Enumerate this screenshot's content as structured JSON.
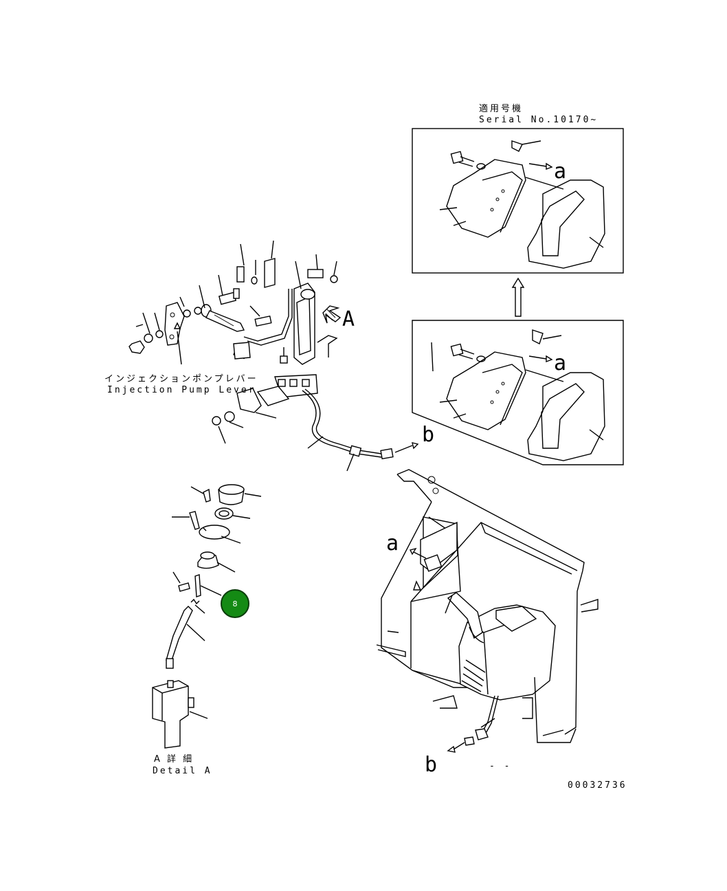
{
  "serial_block": {
    "line1": "適用号機",
    "line2": "Serial No.10170~"
  },
  "labels": {
    "a_top": "a",
    "a_mid": "a",
    "a_console": "a",
    "b_cable": "b",
    "b_bottom": "b",
    "view_A": "A",
    "dash": "- -"
  },
  "injection_lever": {
    "jp": "インジェクションポンプレバー",
    "en": "Injection Pump Lever"
  },
  "detail": {
    "jp": "A 詳 細",
    "en": "Detail A"
  },
  "callout": {
    "number": "8",
    "color": "#148a14"
  },
  "drawing_number": "00032736"
}
